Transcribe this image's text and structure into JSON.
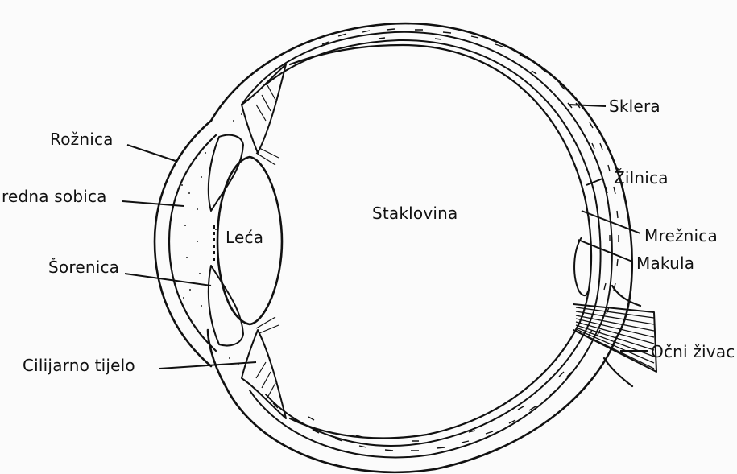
{
  "labels": {
    "roznica": "Rožnica",
    "prednja_sobica": "redna sobica",
    "sorenica": "Šorenica",
    "cilijarno_tijelo": "Cilijarno tijelo",
    "leca": "Leća",
    "staklovina": "Staklovina",
    "sklera": "Sklera",
    "zilnica": "Žilnica",
    "mreznica": "Mrežnica",
    "makula": "Makula",
    "ocni_zivac": "Očni živac"
  }
}
